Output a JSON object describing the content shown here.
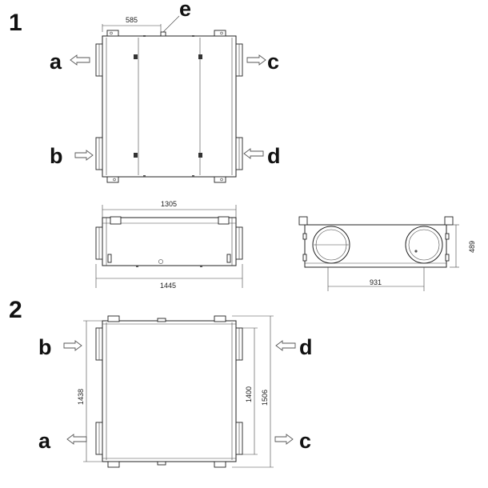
{
  "views": {
    "view1_label": "1",
    "view2_label": "2"
  },
  "labels": {
    "a": "a",
    "b": "b",
    "c": "c",
    "d": "d",
    "e": "e"
  },
  "dimensions": {
    "d585": "585",
    "d1305": "1305",
    "d1445": "1445",
    "d931": "931",
    "d489": "489",
    "d1438": "1438",
    "d1400": "1400",
    "d1506": "1506"
  },
  "colors": {
    "line": "#222222",
    "arrow": "#555555",
    "background": "#ffffff"
  }
}
